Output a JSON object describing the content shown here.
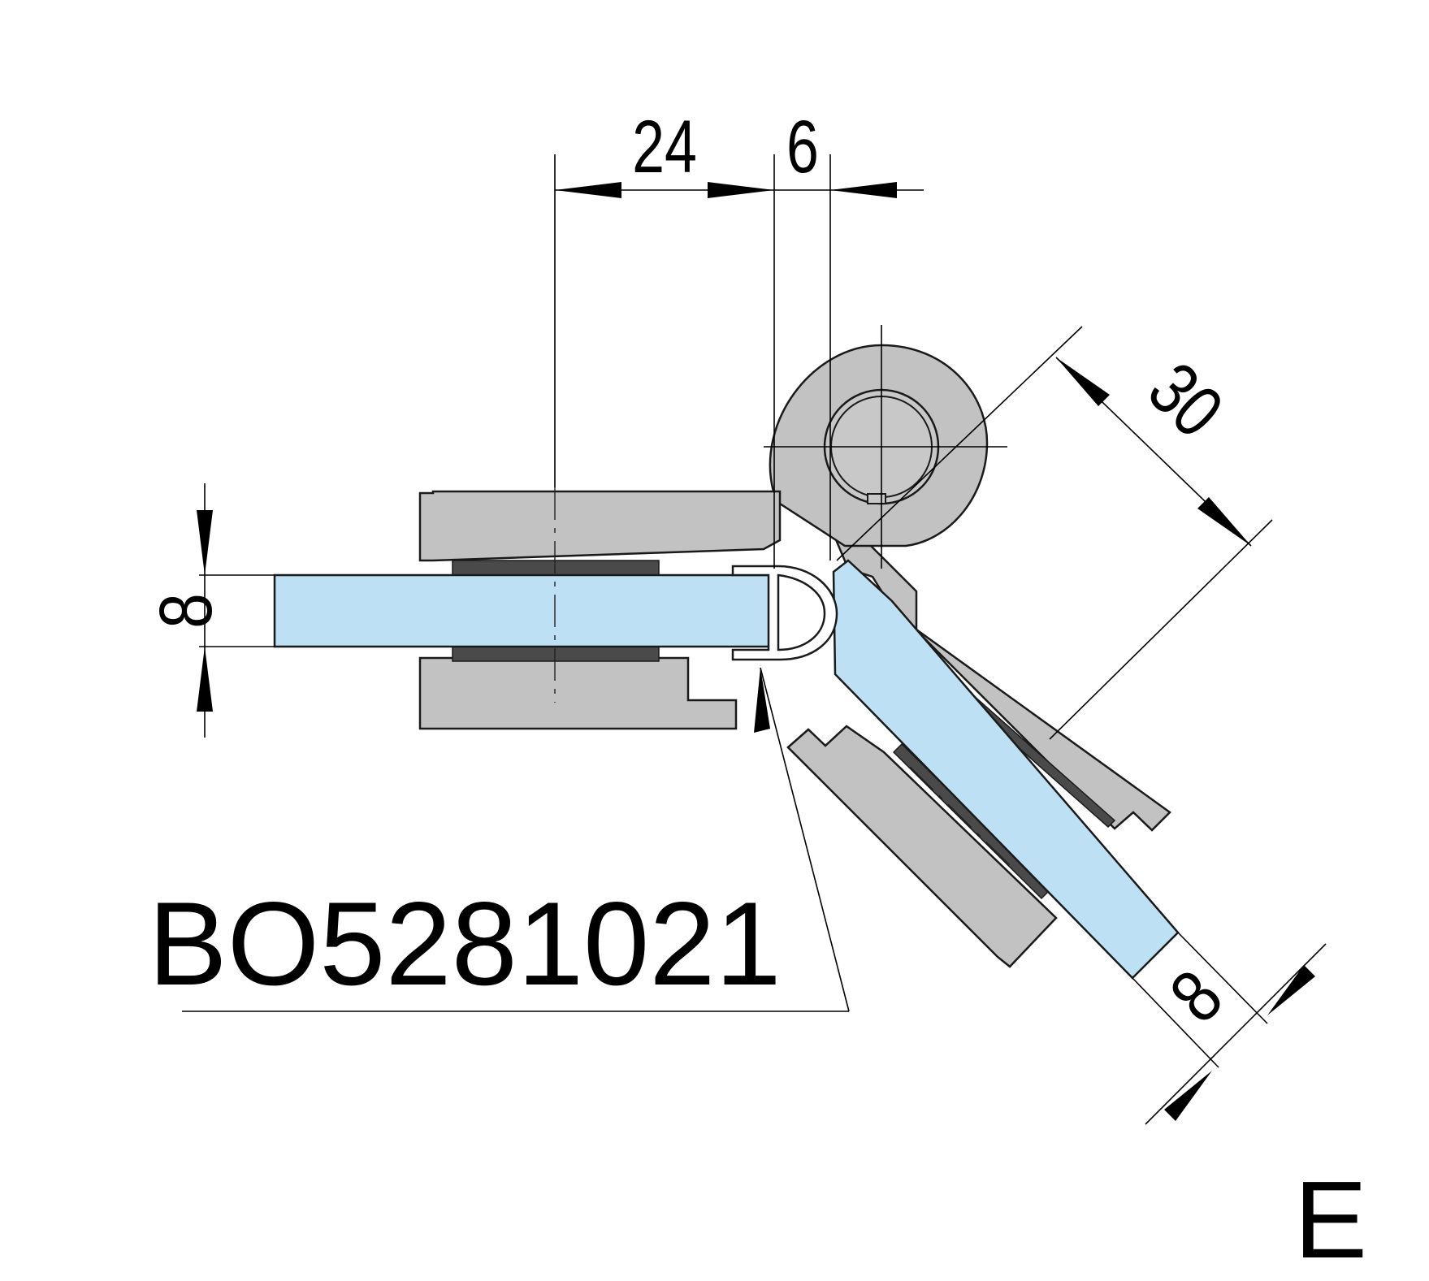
{
  "dimensions": {
    "top_width": "24",
    "top_gap": "6",
    "diagonal_length": "30",
    "left_thickness": "8",
    "right_thickness": "8"
  },
  "labels": {
    "part_number": "BO5281021",
    "view": "E"
  },
  "colors": {
    "metal": "#c2c2c2",
    "glass": "#bde0f4",
    "pad": "#4a4a4a",
    "line": "#000000"
  }
}
